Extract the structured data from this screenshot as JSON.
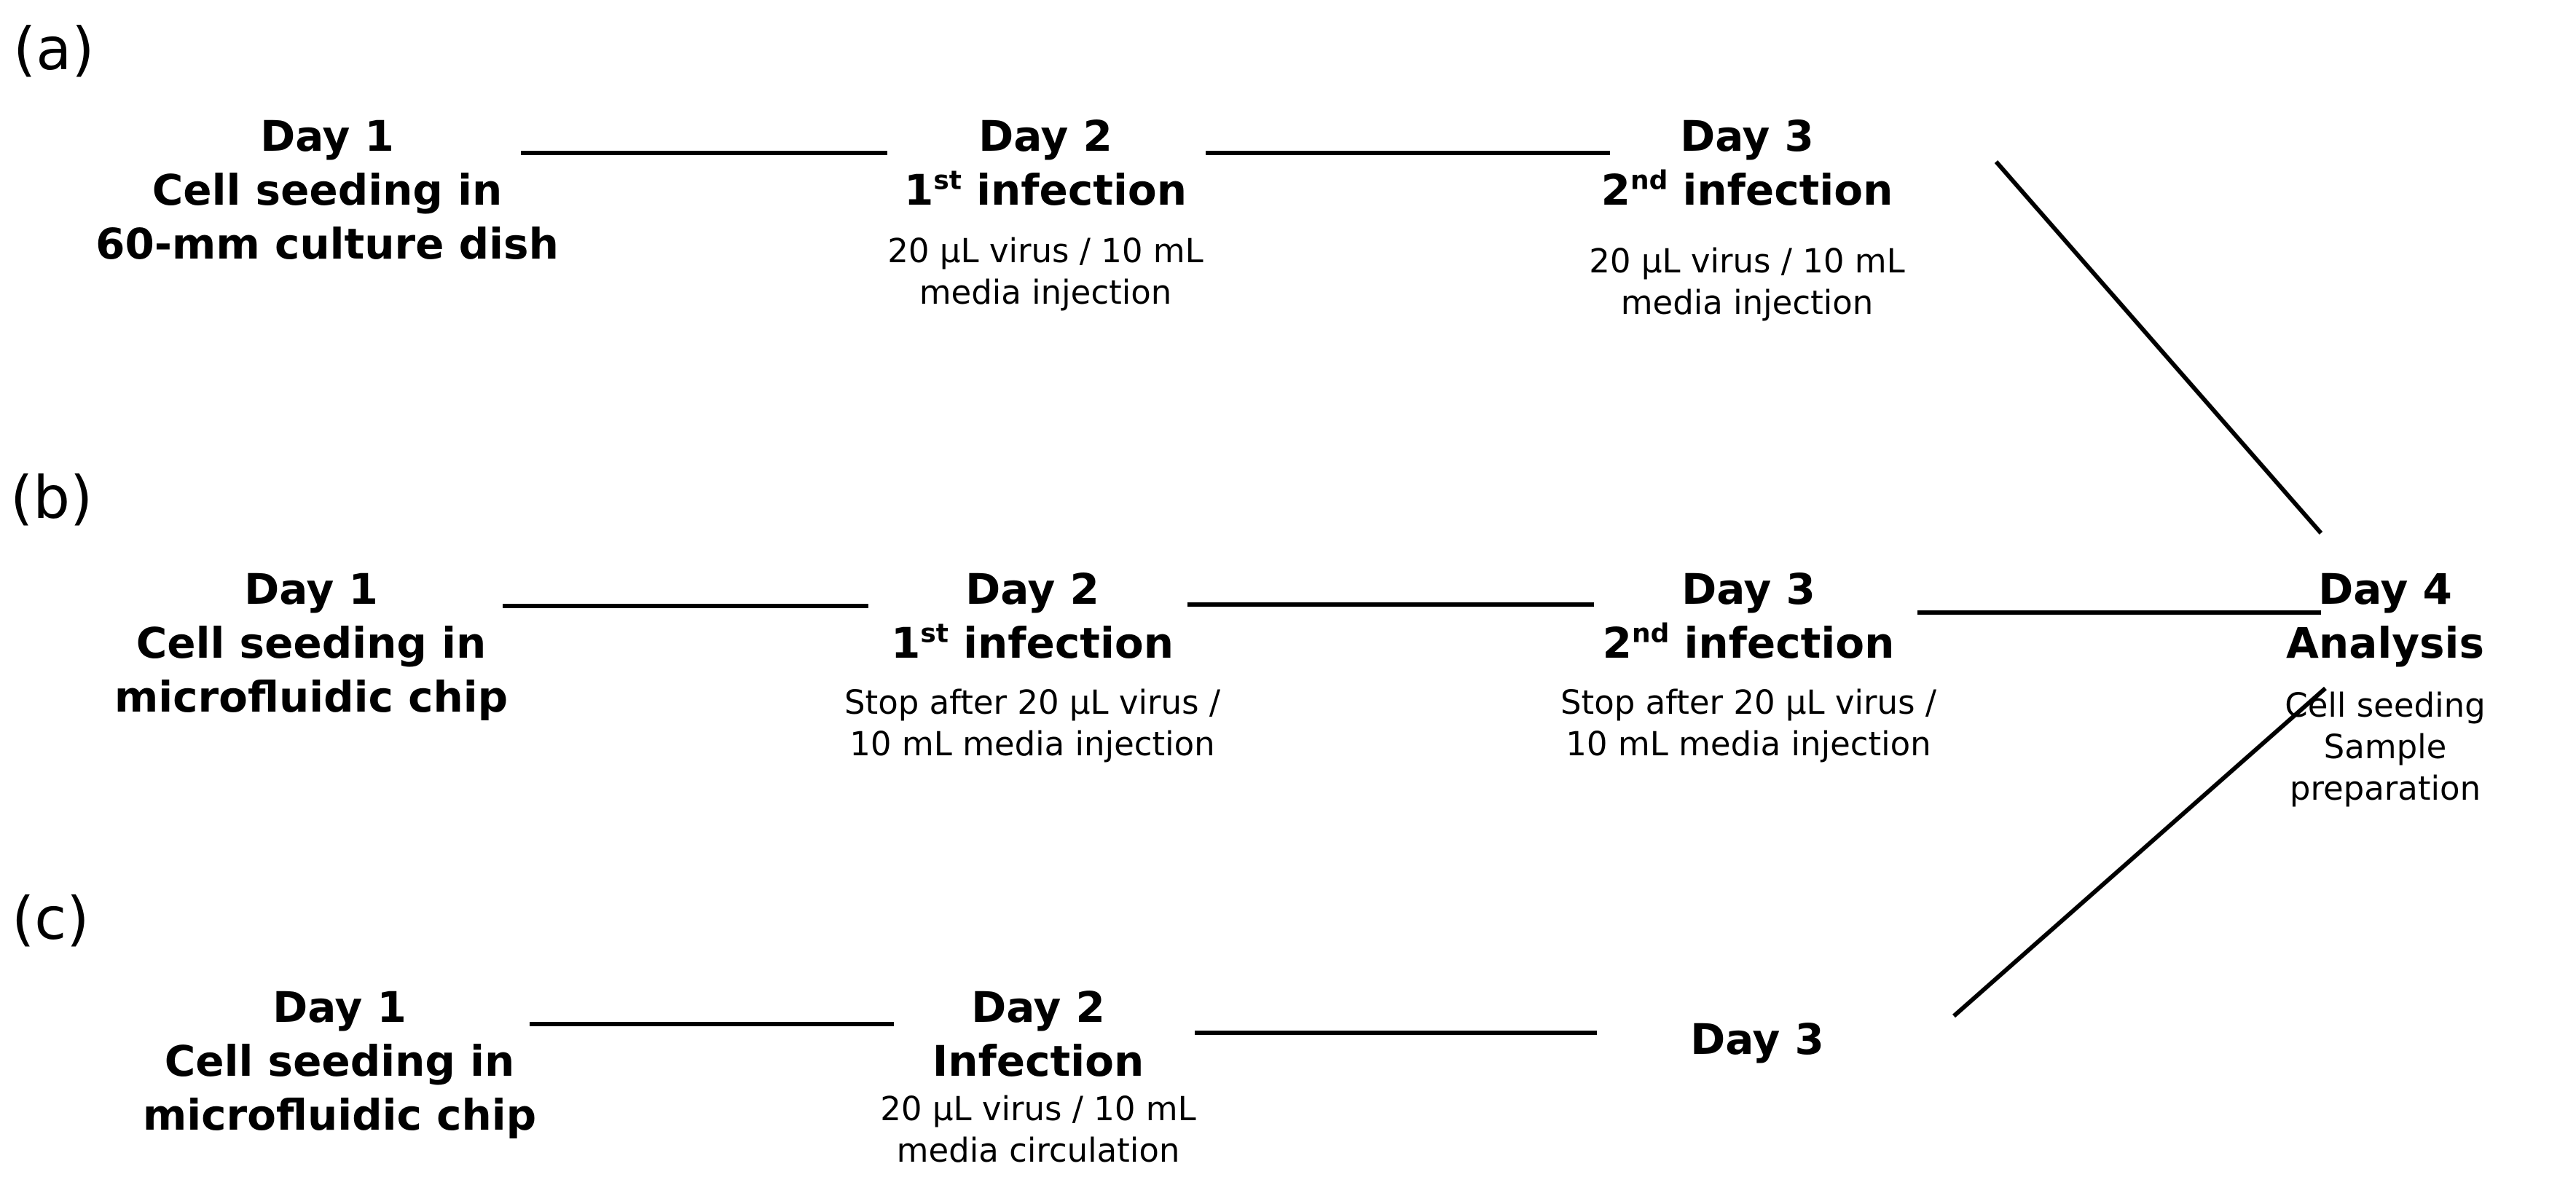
{
  "panels": {
    "a": {
      "label": "(a)",
      "day1": {
        "title": "Day 1",
        "line1": "Cell seeding in",
        "line2": "60-mm culture dish"
      },
      "day2": {
        "title": "Day 2",
        "step_num": "1",
        "step_sup": "st",
        "step_text": " infection",
        "note1": "20 μL virus / 10 mL",
        "note2": "media injection"
      },
      "day3": {
        "title": "Day 3",
        "step_num": "2",
        "step_sup": "nd",
        "step_text": " infection",
        "note1": "20 μL virus / 10 mL",
        "note2": "media injection"
      }
    },
    "b": {
      "label": "(b)",
      "day1": {
        "title": "Day 1",
        "line1": "Cell seeding in",
        "line2": "microfluidic chip"
      },
      "day2": {
        "title": "Day 2",
        "step_num": "1",
        "step_sup": "st",
        "step_text": " infection",
        "note1": "Stop after 20 μL virus /",
        "note2": "10 mL media injection"
      },
      "day3": {
        "title": "Day 3",
        "step_num": "2",
        "step_sup": "nd",
        "step_text": " infection",
        "note1": "Stop after 20 μL virus /",
        "note2": "10 mL media injection"
      }
    },
    "c": {
      "label": "(c)",
      "day1": {
        "title": "Day 1",
        "line1": "Cell seeding in",
        "line2": "microfluidic chip"
      },
      "day2": {
        "title": "Day 2",
        "step": "Infection",
        "note1": "20 μL virus / 10 mL",
        "note2": "media circulation"
      },
      "day3": {
        "title": "Day 3"
      }
    }
  },
  "day4": {
    "title": "Day 4",
    "step": "Analysis",
    "note1": "Cell seeding",
    "note2": "Sample",
    "note3": "preparation"
  }
}
